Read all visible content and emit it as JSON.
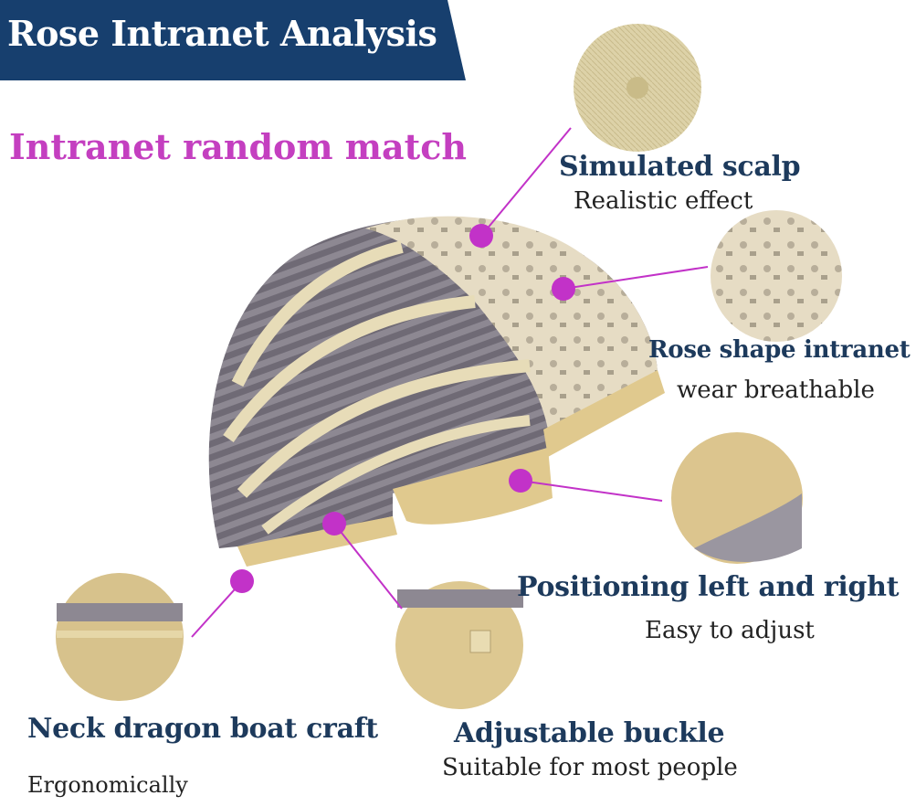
{
  "header": {
    "title": "Rose Intranet Analysis"
  },
  "subtitle": "Intranet random match",
  "features": [
    {
      "title": "Simulated scalp",
      "description": "Realistic effect"
    },
    {
      "title": "Rose shape intranet",
      "description": "wear breathable"
    },
    {
      "title": "Positioning left and right",
      "description": "Easy to adjust"
    },
    {
      "title": "Neck dragon boat craft",
      "description": "Ergonomically"
    },
    {
      "title": "Adjustable buckle",
      "description": "Suitable for most people"
    }
  ],
  "colors": {
    "banner": "#173f6e",
    "accent": "#c43fc0",
    "title": "#1d3a5c",
    "dot": "#c232c8"
  }
}
